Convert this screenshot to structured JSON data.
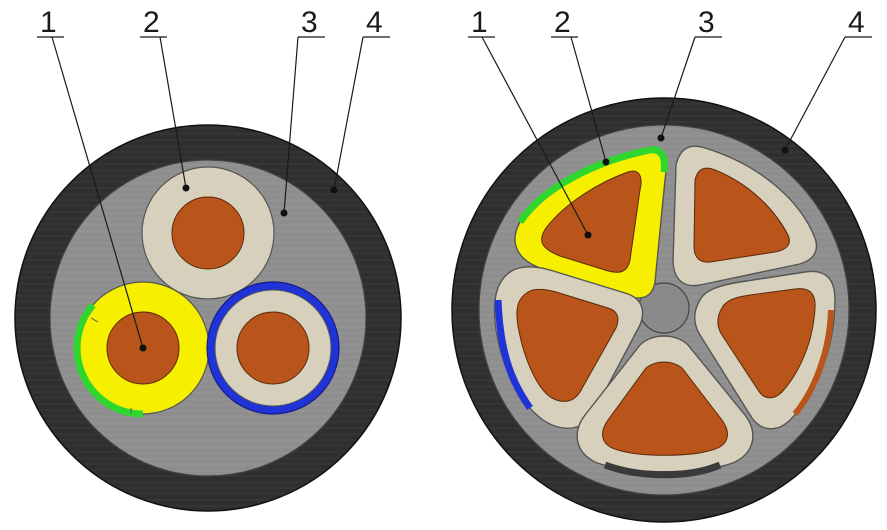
{
  "colors": {
    "jacket": "#2f2f2f",
    "filler": "#8e8e8e",
    "insulation": "#d6d0bc",
    "copper": "#b9541a",
    "yellow": "#f6f000",
    "green": "#2ed62e",
    "blue": "#1f33d6",
    "center_core": "#8a8a8a"
  },
  "left_diagram": {
    "labels": [
      "1",
      "2",
      "3",
      "4"
    ]
  },
  "right_diagram": {
    "labels": [
      "1",
      "2",
      "3",
      "4"
    ]
  }
}
